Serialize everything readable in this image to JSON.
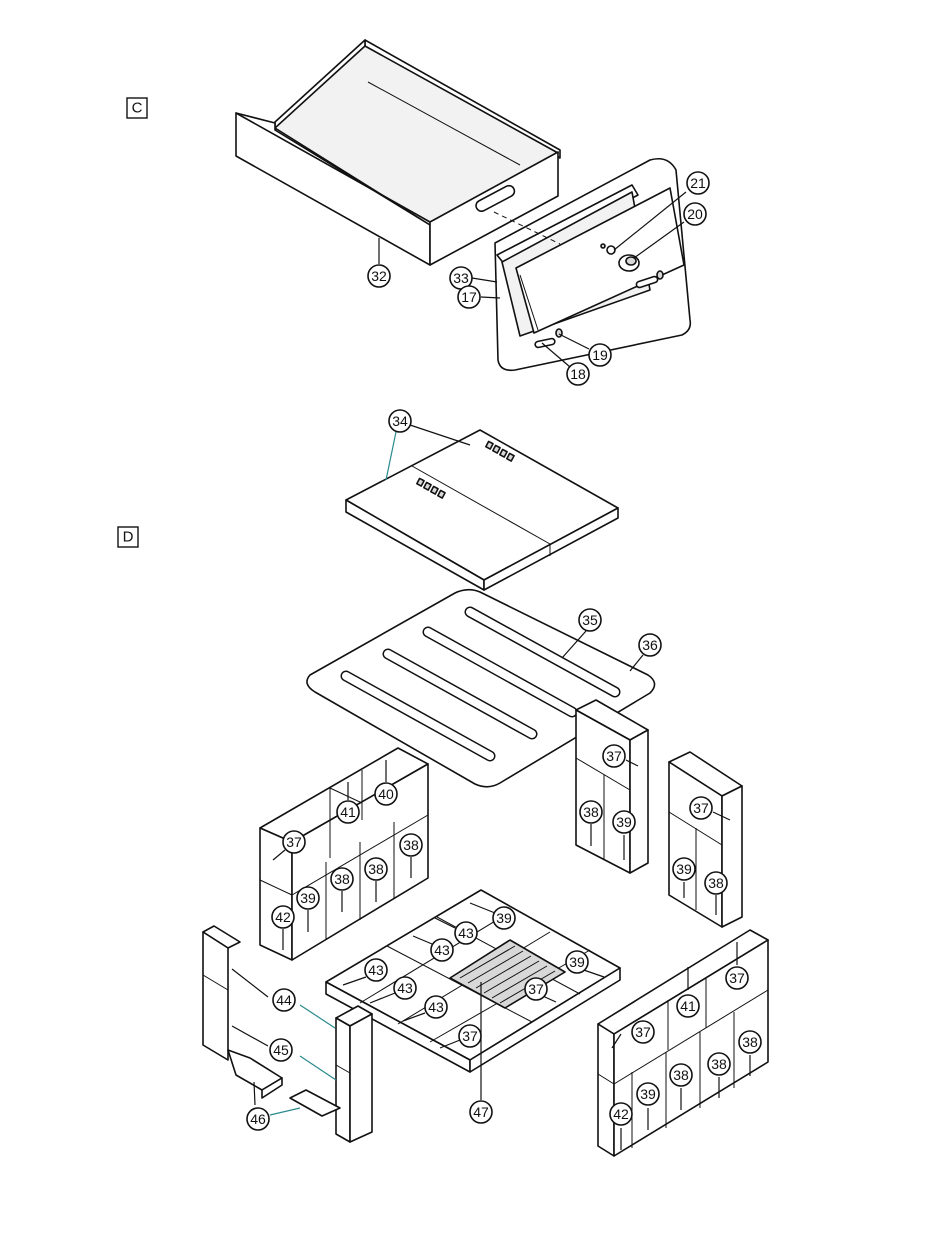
{
  "sections": [
    {
      "id": "c",
      "label": "C"
    },
    {
      "id": "d",
      "label": "D"
    }
  ],
  "callouts": [
    {
      "id": "c32",
      "label": "32"
    },
    {
      "id": "c33",
      "label": "33"
    },
    {
      "id": "c17",
      "label": "17"
    },
    {
      "id": "c21",
      "label": "21"
    },
    {
      "id": "c20",
      "label": "20"
    },
    {
      "id": "c19",
      "label": "19"
    },
    {
      "id": "c18",
      "label": "18"
    },
    {
      "id": "c34",
      "label": "34"
    },
    {
      "id": "c35",
      "label": "35"
    },
    {
      "id": "c36",
      "label": "36"
    },
    {
      "id": "c37a",
      "label": "37"
    },
    {
      "id": "c38a",
      "label": "38"
    },
    {
      "id": "c39a",
      "label": "39"
    },
    {
      "id": "c37b",
      "label": "37"
    },
    {
      "id": "c39b",
      "label": "39"
    },
    {
      "id": "c38b",
      "label": "38"
    },
    {
      "id": "c41a",
      "label": "41"
    },
    {
      "id": "c40",
      "label": "40"
    },
    {
      "id": "c37c",
      "label": "37"
    },
    {
      "id": "c38c",
      "label": "38"
    },
    {
      "id": "c38d",
      "label": "38"
    },
    {
      "id": "c38e",
      "label": "38"
    },
    {
      "id": "c39c",
      "label": "39"
    },
    {
      "id": "c42a",
      "label": "42"
    },
    {
      "id": "c39d",
      "label": "39"
    },
    {
      "id": "c43a",
      "label": "43"
    },
    {
      "id": "c43b",
      "label": "43"
    },
    {
      "id": "c39e",
      "label": "39"
    },
    {
      "id": "c43c",
      "label": "43"
    },
    {
      "id": "c43d",
      "label": "43"
    },
    {
      "id": "c43e",
      "label": "43"
    },
    {
      "id": "c37d",
      "label": "37"
    },
    {
      "id": "c37e",
      "label": "37"
    },
    {
      "id": "c47",
      "label": "47"
    },
    {
      "id": "c44",
      "label": "44"
    },
    {
      "id": "c45",
      "label": "45"
    },
    {
      "id": "c46",
      "label": "46"
    },
    {
      "id": "c37f",
      "label": "37"
    },
    {
      "id": "c41b",
      "label": "41"
    },
    {
      "id": "c37g",
      "label": "37"
    },
    {
      "id": "c38f",
      "label": "38"
    },
    {
      "id": "c38g",
      "label": "38"
    },
    {
      "id": "c38h",
      "label": "38"
    },
    {
      "id": "c39f",
      "label": "39"
    },
    {
      "id": "c42b",
      "label": "42"
    }
  ],
  "colors": {
    "line": "#111111",
    "leader_accent": "#2a8a8e",
    "background": "#ffffff"
  }
}
